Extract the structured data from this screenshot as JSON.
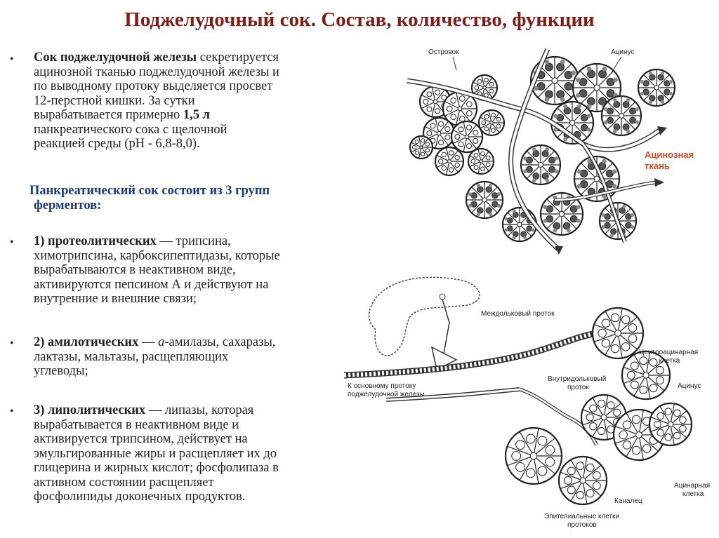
{
  "title": "Поджелудочный  сок. Состав, количество, функции",
  "p1": {
    "bold": "Сок поджелудочной железы",
    "l1": " секретируется",
    "l2": "ацинозной тканью поджелудочной железы и",
    "l3": "по выводному протоку выделяется просвет",
    "l4": "12-перстной кишки. За сутки",
    "l5a": "вырабатывается примерно ",
    "l5b": "1,5 л",
    "l6": "панкреатического сока с щелочной",
    "l7": "реакцией среды (рН - 6,8-8,0)."
  },
  "groups": {
    "l1": "Панкреатический сок состоит из 3 групп",
    "l2": "ферментов:"
  },
  "item1": {
    "bold": "1) протеолитических",
    "l1": " — трипсина,",
    "l2": "химотрипсина, карбоксипептидазы, которые",
    "l3": "вырабатываются в неактивном виде,",
    "l4": "активируются пепсином А и действуют на",
    "l5": "внутренние и внешние связи;"
  },
  "item2": {
    "bold": "2) амилотических",
    "l1a": " — ",
    "l1b": "а",
    "l1c": "-амилазы, сахаразы,",
    "l2": "лактазы, мальтазы, расщепляющих",
    "l3": "углеводы;"
  },
  "item3": {
    "bold": "3) липолитических",
    "l1": " — липазы, которая",
    "l2": "вырабатывается в неактивном виде и",
    "l3": "активируется трипсином,   действует на",
    "l4": "эмульгированные жиры и расщепляет их до",
    "l5": "глицерина и жирных кислот; фосфолипаза в",
    "l6": "активном состоянии расщепляет",
    "l7": "фосфолипиды доконечных продуктов."
  },
  "bullet": "•",
  "fig1": {
    "islet": "Островок",
    "acinus": "Ацинус",
    "acinar_tissue_1": "Ацинозная",
    "acinar_tissue_2": "ткань"
  },
  "fig2": {
    "interlobular": "Междольковый проток",
    "centroacinar_1": "Центроацинарная",
    "centroacinar_2": "клетка",
    "intralobular_1": "Внутридольковый",
    "intralobular_2": "проток",
    "to_main_1": "К основному протоку",
    "to_main_2": "поджелудочной железы",
    "acinus": "Ацинус",
    "acinar_cell_1": "Ацинарная",
    "acinar_cell_2": "клетка",
    "canaliculus": "Каналец",
    "epithelial_1": "Эпителиальные клетки",
    "epithelial_2": "протоков"
  },
  "colors": {
    "title": "#7a1f1a",
    "blue": "#1f3a73",
    "label_red": "#d84a2a"
  }
}
